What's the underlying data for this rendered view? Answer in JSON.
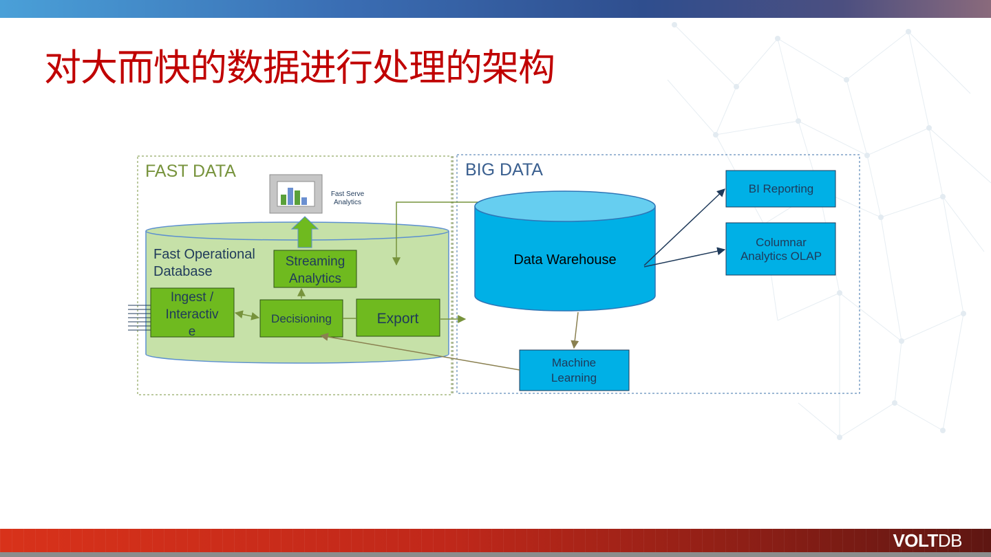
{
  "slide": {
    "title": "对大而快的数据进行处理的架构"
  },
  "fast_data": {
    "label": "FAST DATA",
    "database_label_line1": "Fast Operational",
    "database_label_line2": "Database",
    "streaming_line1": "Streaming",
    "streaming_line2": "Analytics",
    "ingest_line1": "Ingest /",
    "ingest_line2": "Interactiv",
    "ingest_line3": "e",
    "decisioning": "Decisioning",
    "export": "Export",
    "fast_serve_line1": "Fast Serve",
    "fast_serve_line2": "Analytics"
  },
  "big_data": {
    "label": "BIG DATA",
    "warehouse": "Data Warehouse",
    "bi_reporting": "BI Reporting",
    "columnar_line1": "Columnar",
    "columnar_line2": "Analytics OLAP",
    "ml_line1": "Machine",
    "ml_line2": "Learning"
  },
  "footer": {
    "logo_bold": "VOLT",
    "logo_light": "DB"
  },
  "colors": {
    "title": "#c00000",
    "fast_accent": "#77933c",
    "big_accent": "#3a5f8f",
    "green_box": "#6fba1f",
    "cyan_box": "#00b0e6"
  }
}
